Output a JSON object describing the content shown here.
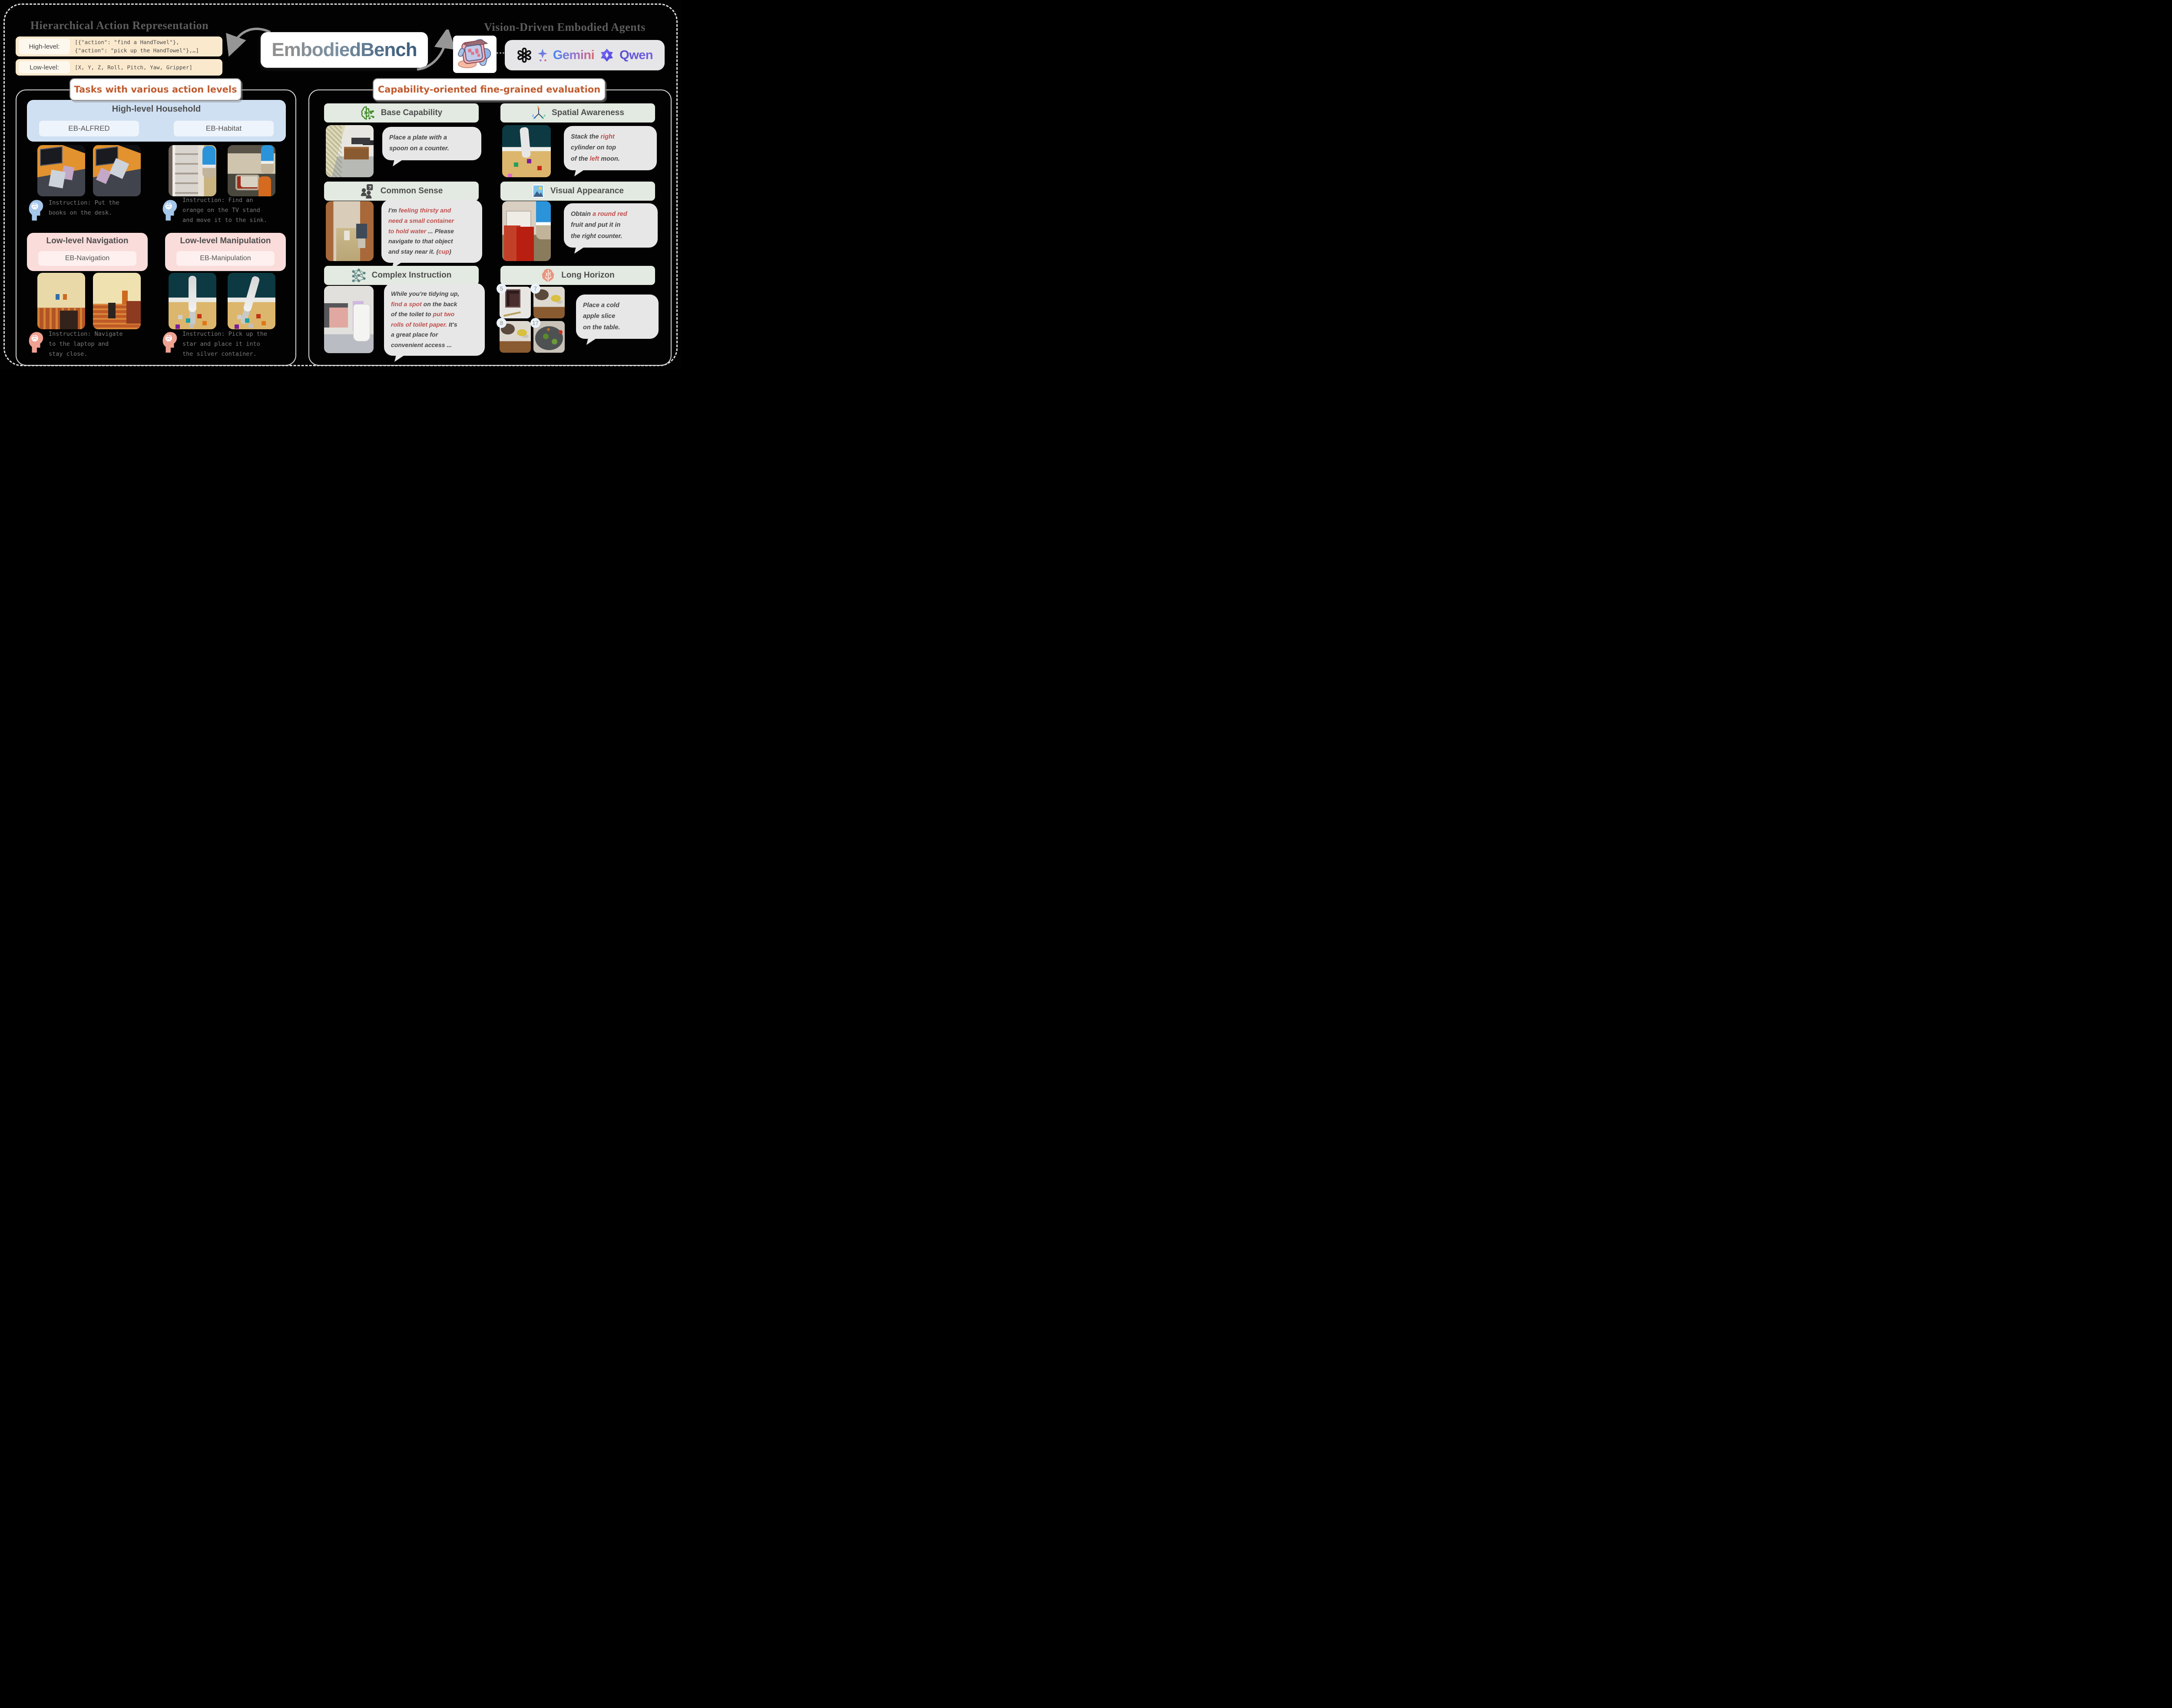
{
  "top": {
    "left_title": "Hierarchical Action Representation",
    "high_label": "High-level:",
    "high_code": "[{\"action\": \"find a HandTowel\"},\n{\"action\": \"pick up the HandTowel\"},…]",
    "low_label": "Low-level:",
    "low_code": "[X, Y, Z, Roll, Pitch, Yaw, Gripper]",
    "brand": "EmbodiedBench",
    "right_title": "Vision-Driven Embodied Agents",
    "gemini_label": "Gemini",
    "qwen_label": "Qwen"
  },
  "left_panel": {
    "badge": "Tasks with various action levels",
    "household": {
      "title": "High-level Household",
      "left": "EB-ALFRED",
      "right": "EB-Habitat"
    },
    "navigation": {
      "title": "Low-level Navigation",
      "item": "EB-Navigation"
    },
    "manipulation": {
      "title": "Low-level Manipulation",
      "item": "EB-Manipulation"
    },
    "instr_alfred": "Instruction: Put the\nbooks on the desk.",
    "instr_habitat": "Instruction: Find an\norange on the TV stand\nand move it to the sink.",
    "instr_nav": "Instruction: Navigate\nto the laptop and\nstay close.",
    "instr_manip": "Instruction: Pick up the\nstar and place it into\nthe silver container."
  },
  "right_panel": {
    "badge": "Capability-oriented fine-grained evaluation",
    "cap_base": "Base Capability",
    "cap_spatial": "Spatial Awareness",
    "cap_common": "Common Sense",
    "cap_visual": "Visual Appearance",
    "cap_complex": "Complex Instruction",
    "cap_long": "Long Horizon",
    "axis": {
      "x": "X",
      "y": "Y",
      "z": "Z"
    },
    "bubble_base": [
      {
        "t": "Place a plate with a\nspoon on a counter."
      }
    ],
    "bubble_spatial": [
      {
        "t": "Stack the "
      },
      {
        "t": "right",
        "red": true
      },
      {
        "t": "\ncylinder on top\nof the "
      },
      {
        "t": "left",
        "red": true
      },
      {
        "t": " moon."
      }
    ],
    "bubble_common": [
      {
        "t": "I'm "
      },
      {
        "t": "feeling thirsty and\nneed a small container\nto hold water",
        "red": true
      },
      {
        "t": " ... Please\nnavigate to that object\nand stay near it. ("
      },
      {
        "t": "cup",
        "red": true
      },
      {
        "t": ")"
      }
    ],
    "bubble_visual": [
      {
        "t": "Obtain "
      },
      {
        "t": "a round red",
        "red": true
      },
      {
        "t": "\nfruit and put it in\nthe right counter."
      }
    ],
    "bubble_complex": [
      {
        "t": "While you're tidying up,\n"
      },
      {
        "t": "find a spot",
        "red": true
      },
      {
        "t": " on the back\nof the toilet to "
      },
      {
        "t": "put two\nrolls of toilet paper.",
        "red": true
      },
      {
        "t": " It's\na great place for\nconvenient access ..."
      }
    ],
    "bubble_long": [
      {
        "t": "Place a cold\napple slice\non the table."
      }
    ],
    "long_badges": [
      "5",
      "7",
      "8",
      "17"
    ]
  },
  "colors": {
    "accent_orange": "#c05b2e",
    "red_text": "#c0504d",
    "household_blue": "#cfe0f2",
    "lowlevel_pink": "#fadcda",
    "capability_green": "#e3eae1",
    "action_peach": "#fbe9cd"
  }
}
